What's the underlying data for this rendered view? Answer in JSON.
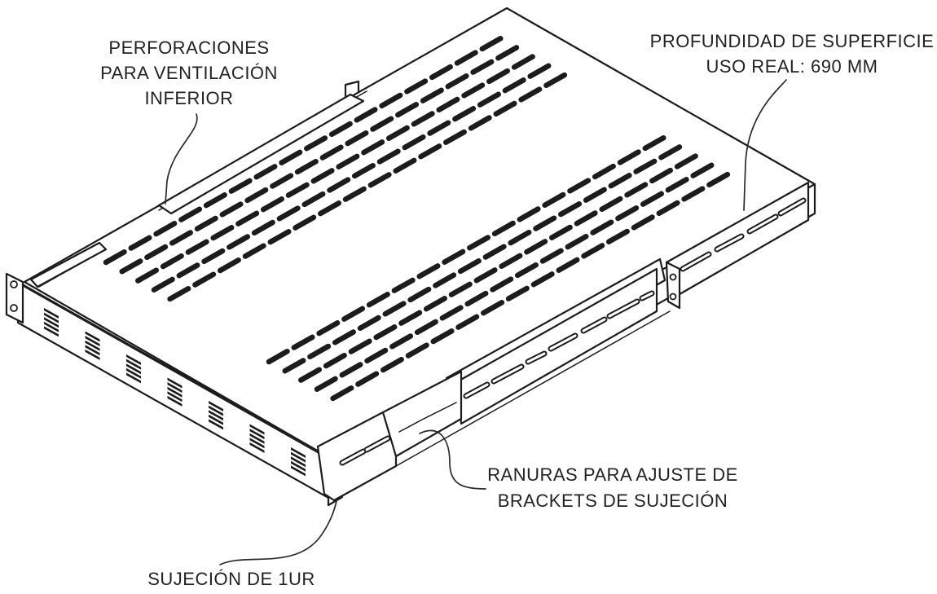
{
  "diagram": {
    "labels": {
      "ventilation": [
        "PERFORACIONES",
        "PARA VENTILACIÓN",
        "INFERIOR"
      ],
      "depth": [
        "PROFUNDIDAD DE SUPERFICIE",
        "USO REAL: 690 MM"
      ],
      "slots": [
        "RANURAS PARA AJUSTE DE",
        "BRACKETS DE SUJECIÓN"
      ],
      "mount": [
        "SUJECIÓN DE 1UR"
      ]
    },
    "colors": {
      "line": "#1c1c1c",
      "text": "#222222",
      "background": "#ffffff"
    }
  }
}
